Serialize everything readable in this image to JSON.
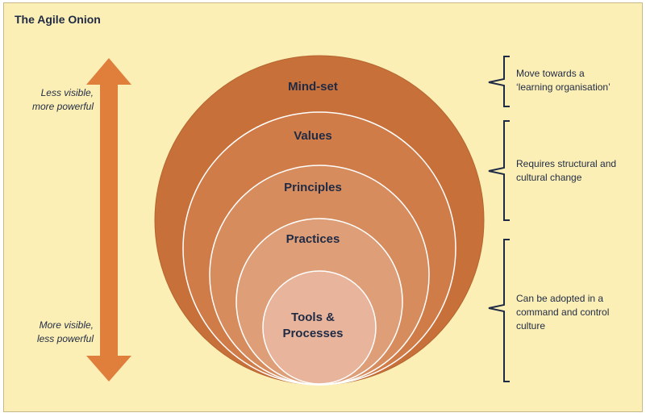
{
  "title": "The Agile Onion",
  "layers": [
    {
      "label": "Mind-set",
      "color": "#c8703a"
    },
    {
      "label": "Values",
      "color": "#cf7c49"
    },
    {
      "label": "Principles",
      "color": "#d68c5d"
    },
    {
      "label": "Practices",
      "color": "#de9f78"
    },
    {
      "label": "Tools & Processes",
      "label_lines": [
        "Tools &",
        "Processes"
      ],
      "color": "#e8b59c"
    }
  ],
  "arrow": {
    "top_label": [
      "Less visible,",
      "more powerful"
    ],
    "bottom_label": [
      "More visible,",
      "less powerful"
    ],
    "color": "#e07e3c"
  },
  "notes": [
    {
      "lines": [
        "Move towards a",
        "‘learning organisation’"
      ]
    },
    {
      "lines": [
        "Requires structural and",
        "cultural change"
      ]
    },
    {
      "lines": [
        "Can be adopted in a",
        "command and control",
        "culture"
      ]
    }
  ],
  "colors": {
    "background": "#fcefb6",
    "text": "#1f2a44",
    "bracket": "#1f2a44"
  }
}
